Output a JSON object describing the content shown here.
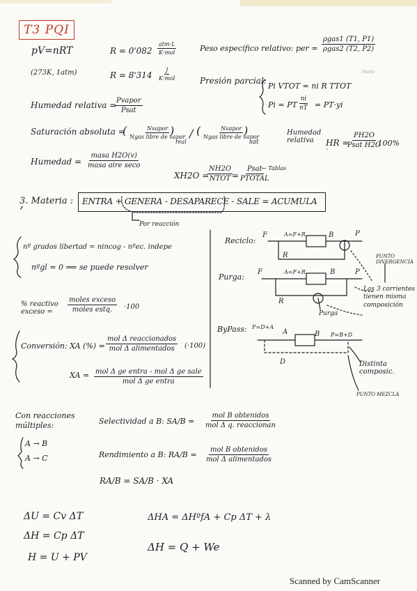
{
  "title": "T3 PQI",
  "gas": {
    "ideal": "pV=nRT",
    "conditions": "(273K, 1atm)",
    "r1_prefix": "R = 0'082",
    "r1_unit_num": "atm·L",
    "r1_unit_den": "K·mol",
    "r2_prefix": "R = 8'314",
    "r2_unit_num": "J",
    "r2_unit_den": "K·mol"
  },
  "specific_weight": {
    "label": "Peso específico relativo: per =",
    "num": "ρgas1 (T1, P1)",
    "den": "ρgas2 (T2, P2)",
    "note": "masa"
  },
  "humidity": {
    "relative_prefix": "Humedad relativa =",
    "relative_num": "Pvapor",
    "relative_den": "Psat",
    "abs_prefix": "Saturación absoluta =",
    "abs_left_num": "Nvapor",
    "abs_left_den": "Ngas libre de vapor",
    "abs_left_sub": "real",
    "abs_right_num": "Nvapor",
    "abs_right_den": "Ngas libre de vapor",
    "abs_right_sub": "sat",
    "hr_label": "Humedad relativa",
    "hr_prefix": "HR =",
    "hr_num": "PH2O",
    "hr_den": "Psat H2O",
    "hr_suffix": "·100%",
    "hum_prefix": "Humedad =",
    "hum_num": "masa H2O(v)",
    "hum_den": "masa aire seco",
    "x_prefix": "XH2O =",
    "x_num1": "NH2O",
    "x_den1": "NTOT",
    "x_eq": "=",
    "x_num2": "Psat",
    "x_den2": "PTOTAL",
    "x_note": "← Tablas"
  },
  "partial_pressure": {
    "label": "Presión parcial:",
    "line1": "Pi VTOT = ni R TTOT",
    "line2_prefix": "Pi = PT",
    "line2_num": "ni",
    "line2_den": "nT",
    "line2_suffix": "= PT·yi"
  },
  "balance": {
    "label": "3. Materia :",
    "equation": "ENTRA + GENERA - DESAPARECE - SALE = ACUMULA",
    "reaction_note": "Por reacción"
  },
  "degrees": {
    "line1": "nº grados libertad = nincog - nºec. indepe",
    "line2": "nºgl = 0 ⟹ se puede resolver"
  },
  "excess": {
    "prefix": "% reactivo exceso =",
    "num": "moles exceso",
    "den": "moles estq.",
    "suffix": "·100"
  },
  "conversion": {
    "prefix": "Conversión: XA (%) =",
    "num": "mol Δ reaccionados",
    "den": "mol Δ alimentados",
    "suffix": "(·100)",
    "xa_prefix": "XA =",
    "xa_num": "mol Δ ge entra - mol Δ ge sale",
    "xa_den": "mol Δ ge entra"
  },
  "diagrams": {
    "recycle_label": "Reciclo:",
    "purge_label": "Purga:",
    "bypass_label": "ByPass:",
    "F": "F",
    "A_recycle": "A=F+R",
    "A_purge": "A=F+R",
    "A": "A",
    "bypass_feed": "F=D+A",
    "B": "B",
    "P": "P",
    "R": "R",
    "D": "D",
    "P_bypass": "P=B+D",
    "purge_stream": "Purga",
    "punto_divergencia": "PUNTO DIVERGENCIA",
    "note_same": "Las 3 corrientes tienen misma composición",
    "note_distinct": "Distinta composic.",
    "punto_mezcla": "PUNTO MEZCLA"
  },
  "multiple": {
    "label": "Con reacciones múltiples:",
    "r1": "A → B",
    "r2": "A → C",
    "sel_prefix": "Selectividad a B: SA/B =",
    "sel_num": "mol B obtenidos",
    "sel_den": "mol Δ q. reaccionan",
    "yield_prefix": "Rendimiento a B: RA/B =",
    "yield_num": "mol B obtenidos",
    "yield_den": "mol Δ alimentados",
    "relation": "RA/B = SA/B · XA"
  },
  "energy": {
    "e1": "ΔU = Cv ΔT",
    "e2": "ΔH = Cp ΔT",
    "e3": "H = U + PV",
    "e4": "ΔHA = ΔHºfA + Cp ΔT + λ",
    "e5": "ΔH = Q + We"
  },
  "footer": "Scanned by CamScanner"
}
